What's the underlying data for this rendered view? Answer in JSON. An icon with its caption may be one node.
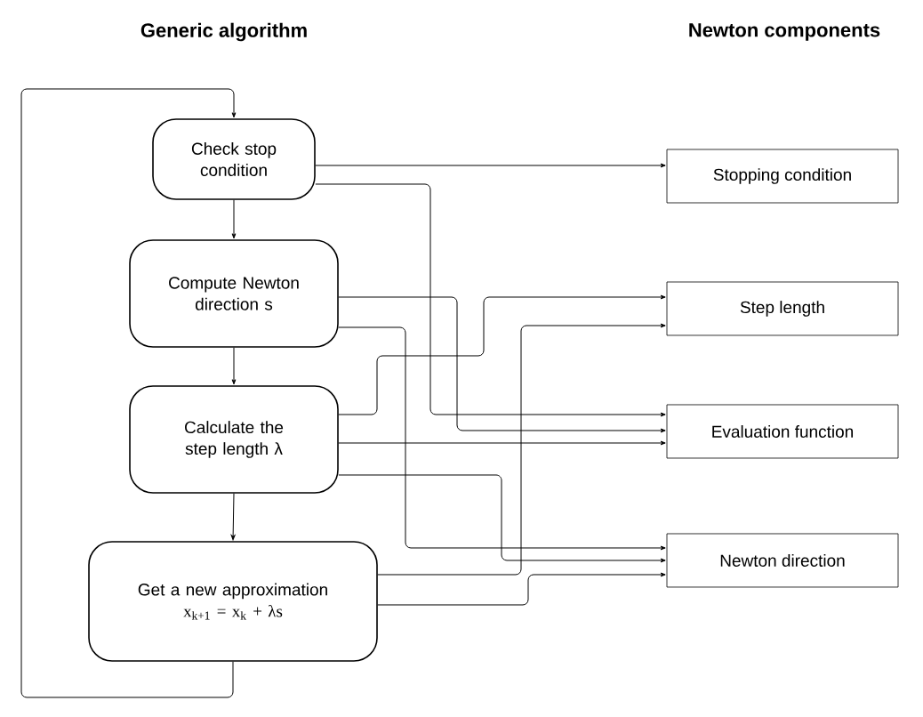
{
  "diagram": {
    "nodes": [
      {
        "text": [
          "Check stop condition"
        ]
      },
      {
        "text": [
          "Compute Newton direction s"
        ]
      },
      {
        "text": [
          "Calculate the step length λ"
        ]
      },
      {
        "text": [
          "Get a new approximation",
          "x$_{k+1}$ = x$_{k}$ + λs"
        ]
      },
      {
        "text": [
          "Stopping condition"
        ]
      },
      {
        "text": [
          "Step length"
        ]
      },
      {
        "text": [
          "Evaluation function"
        ]
      },
      {
        "text": [
          "Newton direction"
        ]
      }
    ],
    "edges": [
      {
        "from": 0,
        "to": 1,
        "arrow": "to"
      },
      {
        "from": 1,
        "to": 2,
        "arrow": "to"
      },
      {
        "from": 2,
        "to": 3,
        "arrow": "to"
      },
      {
        "from": 3,
        "to": 0,
        "arrow": "to"
      },
      {
        "from": 0,
        "to": 4,
        "arrow": "to"
      },
      {
        "from": 0,
        "to": 6,
        "arrow": "to"
      },
      {
        "from": 1,
        "to": 6,
        "arrow": "to"
      },
      {
        "from": 1,
        "to": 7,
        "arrow": "to"
      },
      {
        "from": 2,
        "to": 5,
        "arrow": "to"
      },
      {
        "from": 2,
        "to": 6,
        "arrow": "to"
      },
      {
        "from": 2,
        "to": 7,
        "arrow": "to"
      },
      {
        "from": 3,
        "to": 5,
        "arrow": "to"
      },
      {
        "from": 3,
        "to": 7,
        "arrow": "to"
      }
    ],
    "labels": [
      "Generic algorithm",
      "Newton components"
    ]
  }
}
